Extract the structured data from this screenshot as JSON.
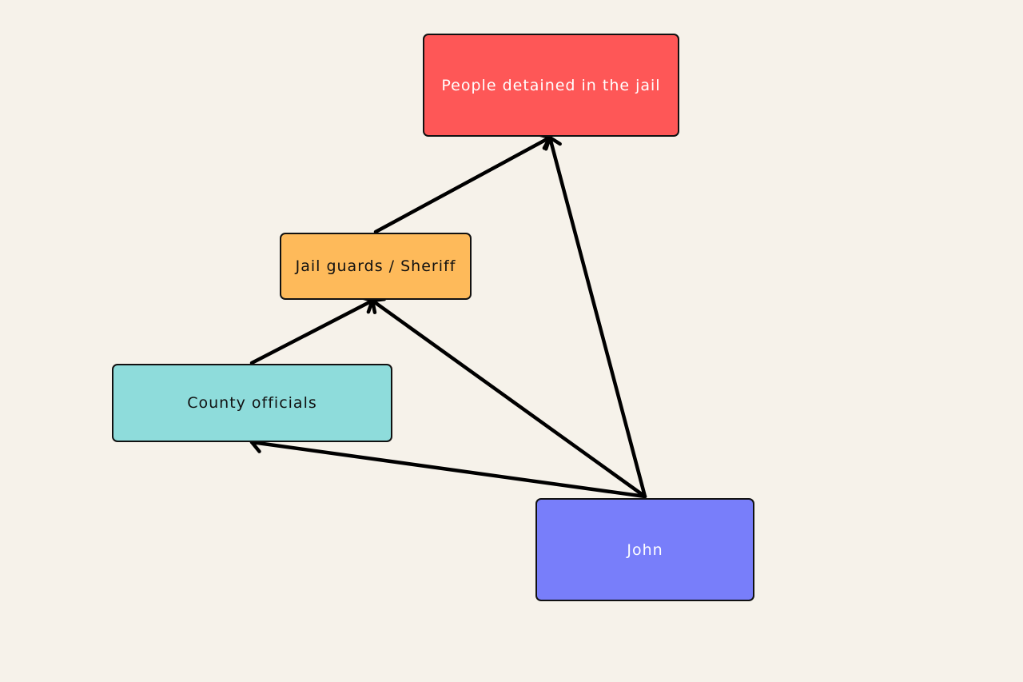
{
  "diagram": {
    "nodes": {
      "people": {
        "label": "People detained in the jail",
        "color": "#fe5757"
      },
      "guards": {
        "label": "Jail guards / Sheriff",
        "color": "#feba5a"
      },
      "county": {
        "label": "County officials",
        "color": "#8edcdb"
      },
      "john": {
        "label": "John",
        "color": "#787efa"
      }
    },
    "edges": [
      {
        "from": "guards",
        "to": "people"
      },
      {
        "from": "john",
        "to": "people"
      },
      {
        "from": "county",
        "to": "guards"
      },
      {
        "from": "john",
        "to": "guards"
      },
      {
        "from": "john",
        "to": "county"
      }
    ],
    "edge_color": "#000000"
  }
}
